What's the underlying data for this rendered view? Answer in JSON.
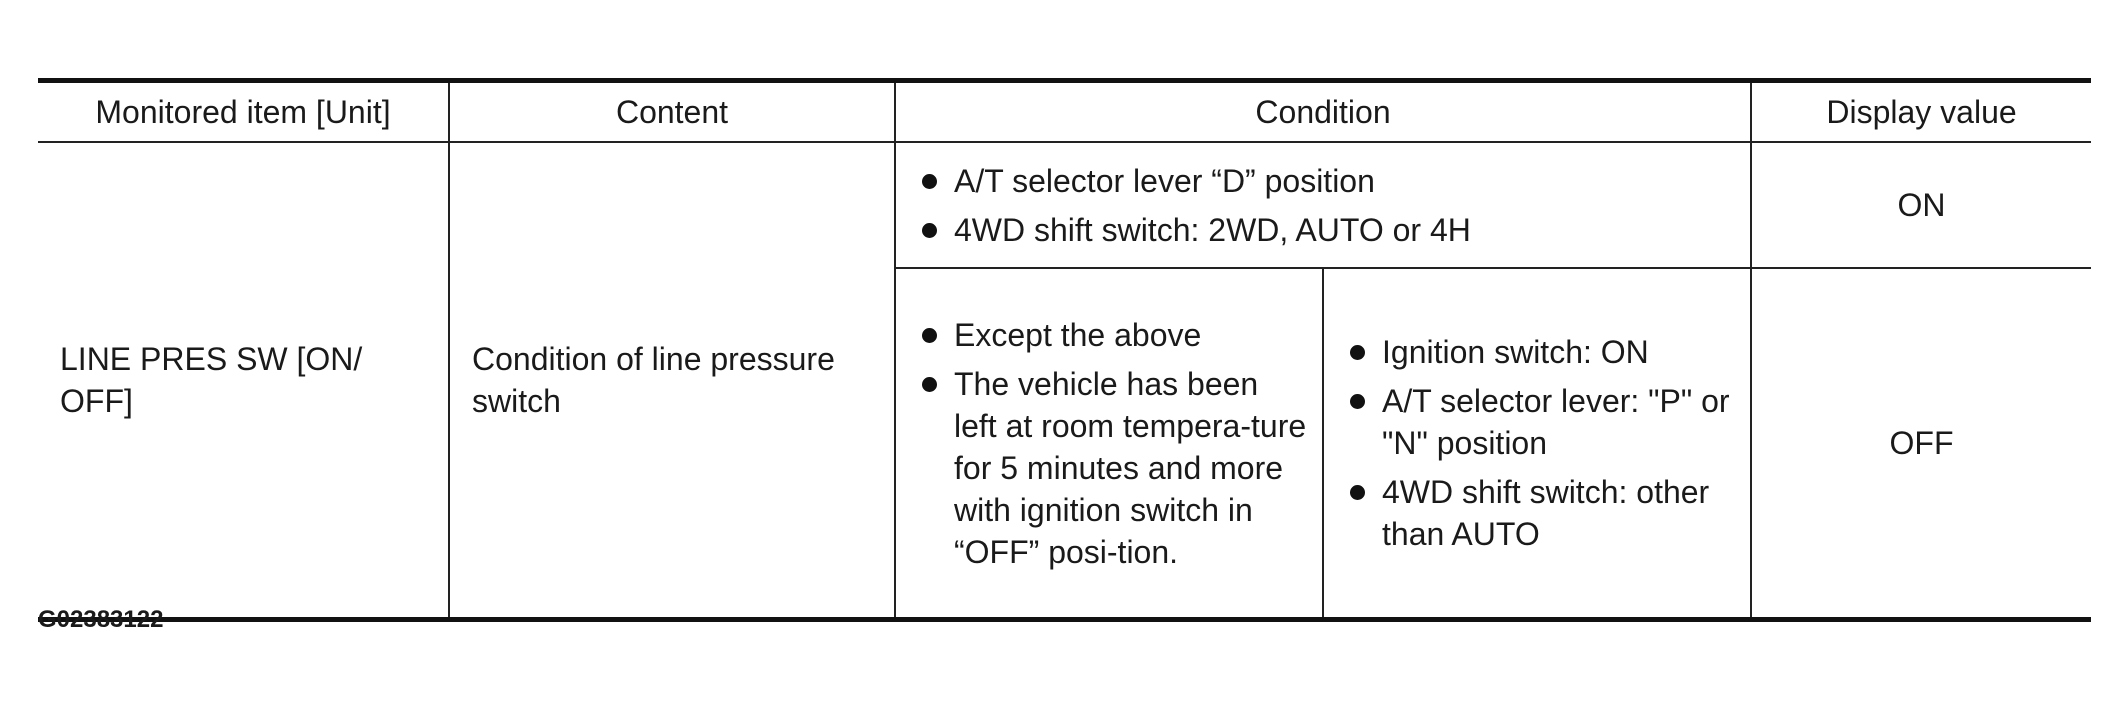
{
  "table": {
    "headers": {
      "monitored_item": "Monitored item [Unit]",
      "content": "Content",
      "condition": "Condition",
      "display_value": "Display value"
    },
    "row": {
      "monitored_item": "LINE PRES SW [ON/ OFF]",
      "content": "Condition of line pressure switch",
      "on_conditions": [
        "A/T selector lever “D” position",
        "4WD shift switch: 2WD, AUTO or 4H"
      ],
      "on_value": "ON",
      "off_conditions_left": [
        "Except the above",
        "The vehicle has been left at room tempera-ture for 5 minutes and more with ignition switch in “OFF” posi-tion."
      ],
      "off_conditions_right": [
        "Ignition switch: ON",
        "A/T selector lever: \"P\" or \"N\" position",
        "4WD shift switch: other than AUTO"
      ],
      "off_value": "OFF"
    }
  },
  "figure_id": "G02383122"
}
